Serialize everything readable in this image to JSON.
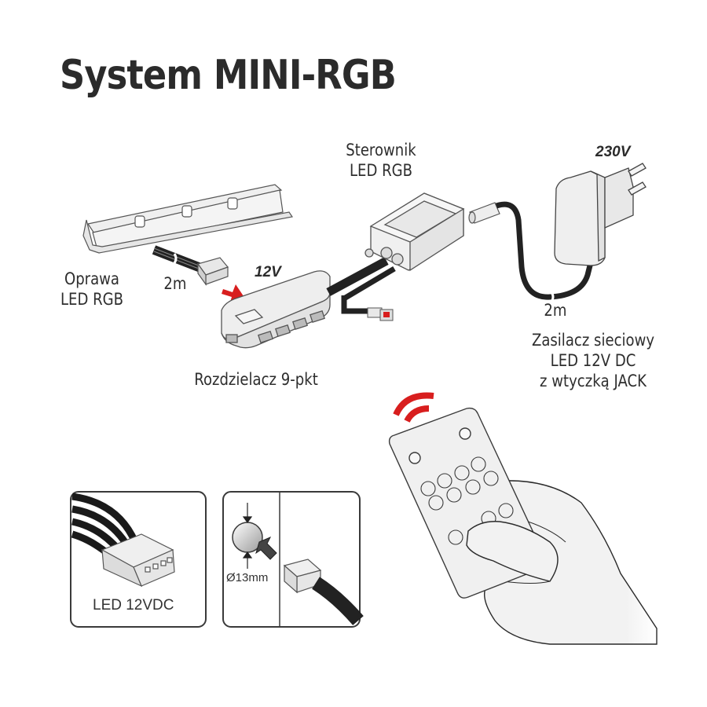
{
  "title": "System MINI-RGB",
  "labels": {
    "controller": [
      "Sterownik",
      "LED RGB"
    ],
    "fixture": [
      "Oprawa",
      "LED RGB"
    ],
    "splitter": "Rozdzielacz 9-pkt",
    "power_supply": [
      "Zasilacz sieciowy",
      "LED 12V DC",
      "z wtyczką JACK"
    ],
    "fixture_cable_length": "2m",
    "psu_cable_length": "2m",
    "voltage_low": "12V",
    "voltage_mains": "230V"
  },
  "detail_boxes": {
    "connector_box": {
      "label": "LED 12VDC"
    },
    "mounting_box": {
      "diameter_label": "Ø13mm"
    }
  },
  "colors": {
    "accent_red": "#d81e1e",
    "outline": "#3a3a3a",
    "device_fill": "#ececec",
    "cable": "#222222"
  },
  "icons": {
    "arrow": "red-arrow-icon",
    "signal": "wireless-signal-icon"
  }
}
